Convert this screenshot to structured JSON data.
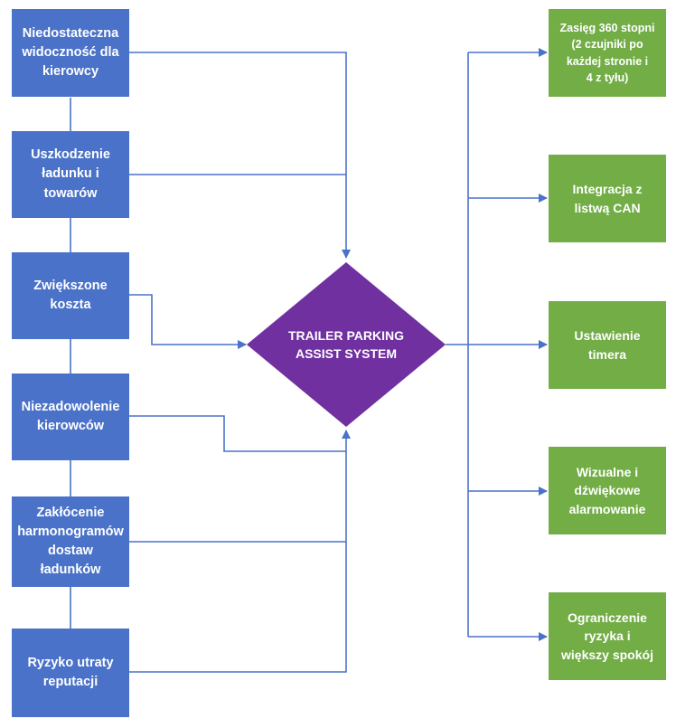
{
  "center": {
    "label": "TRAILER PARKING\nASSIST SYSTEM"
  },
  "problems": [
    {
      "label": "Niedostateczna\nwidoczność dla\nkierowcy"
    },
    {
      "label": "Uszkodzenie\nładunku i\ntowarów"
    },
    {
      "label": "Zwiększone\nkoszta"
    },
    {
      "label": "Niezadowolenie\nkierowców"
    },
    {
      "label": "Zakłócenie\nharmonogramów\ndostaw ładunków"
    },
    {
      "label": "Ryzyko utraty\nreputacji"
    }
  ],
  "features": [
    {
      "label": "Zasięg 360 stopni\n(2 czujniki po\nkażdej stronie i\n4 z tyłu)"
    },
    {
      "label": "Integracja z\nlistwą CAN"
    },
    {
      "label": "Ustawienie\ntimera"
    },
    {
      "label": "Wizualne i\ndźwiękowe\nalarmowanie"
    },
    {
      "label": "Ograniczenie\nryzyka i\nwiększy spokój"
    }
  ],
  "colors": {
    "problem_box": "#4a72c8",
    "feature_box": "#72ad46",
    "center_diamond": "#7030a0",
    "connector": "#4a72c8"
  }
}
